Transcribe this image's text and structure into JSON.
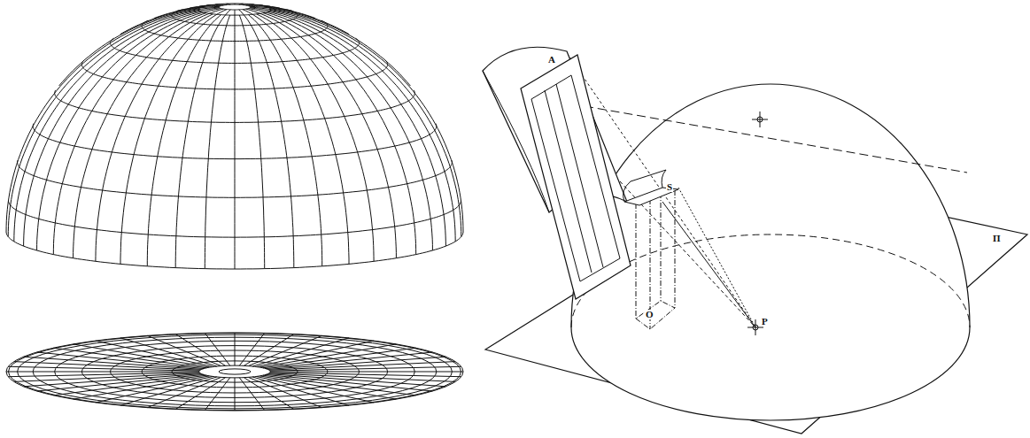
{
  "diagram": {
    "labels": [
      "A",
      "S",
      "P",
      "O",
      "Π"
    ]
  }
}
